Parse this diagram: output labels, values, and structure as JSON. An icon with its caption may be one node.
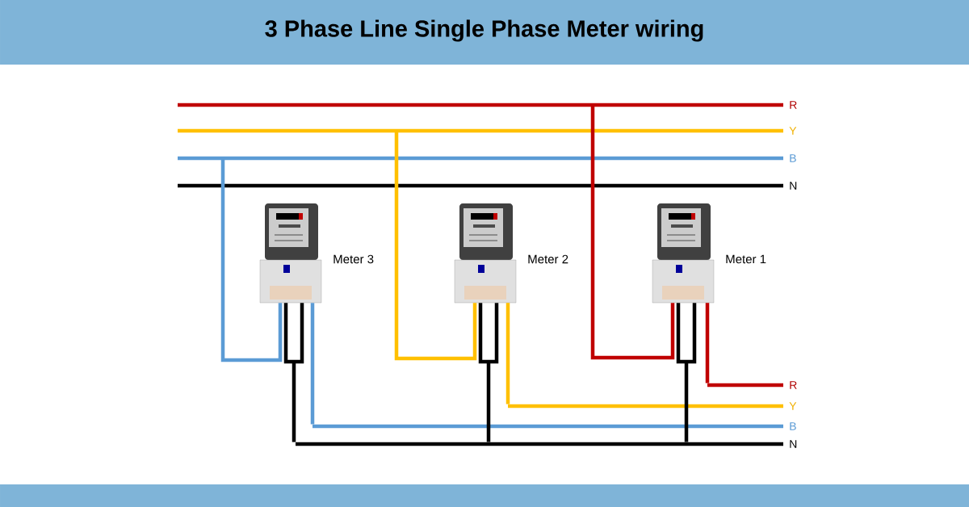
{
  "diagram": {
    "title": "3 Phase Line Single Phase Meter wiring",
    "nodes": [
      {
        "text": [
          "R"
        ]
      },
      {
        "text": [
          "Y"
        ]
      },
      {
        "text": [
          "B"
        ]
      },
      {
        "text": [
          "N"
        ]
      },
      {
        "text": [],
        "shape": "picture",
        "beside": [
          "Meter 3"
        ]
      },
      {
        "text": [],
        "shape": "picture",
        "beside": [
          "Meter 2"
        ]
      },
      {
        "text": [],
        "shape": "picture",
        "beside": [
          "Meter 1"
        ]
      },
      {
        "text": [
          "R"
        ]
      },
      {
        "text": [
          "Y"
        ]
      },
      {
        "text": [
          "B"
        ]
      },
      {
        "text": [
          "N"
        ]
      }
    ],
    "edges": [
      {
        "from": 2,
        "to": 4,
        "arrow": "none",
        "color": "#5b9bd5"
      },
      {
        "from": 1,
        "to": 5,
        "arrow": "none",
        "color": "#ffc000"
      },
      {
        "from": 0,
        "to": 6,
        "arrow": "none",
        "color": "#c00000"
      },
      {
        "from": 6,
        "to": 7,
        "arrow": "none",
        "color": "#c00000"
      },
      {
        "from": 5,
        "to": 8,
        "arrow": "none",
        "color": "#ffc000"
      },
      {
        "from": 4,
        "to": 9,
        "arrow": "none",
        "color": "#5b9bd5"
      },
      {
        "from": 4,
        "to": 10,
        "arrow": "none"
      },
      {
        "from": 5,
        "to": 10,
        "arrow": "none"
      },
      {
        "from": 6,
        "to": 10,
        "arrow": "none"
      }
    ]
  }
}
